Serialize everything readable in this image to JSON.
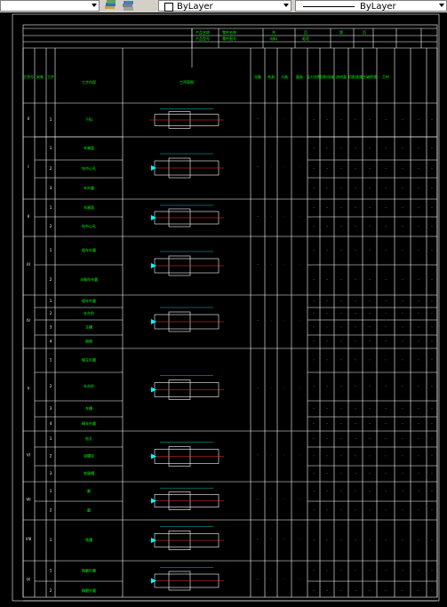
{
  "toolbar": {
    "layer_swatch_icon": "layers-icon",
    "color_label": "ByLayer",
    "linetype_label": "ByLayer"
  },
  "drawing": {
    "header_row1": [
      "产品名称",
      "零件名称",
      "共",
      "页",
      "第",
      "页"
    ],
    "header_row2": [
      "产品型号",
      "零件图号",
      "材料",
      "毛坯"
    ],
    "column_headers": [
      "工序号",
      "安装",
      "工步",
      "工步内容",
      "工序简图",
      "设备",
      "夹具",
      "刀具",
      "量具",
      "走刀次数",
      "切削深度",
      "进给量",
      "切削速度",
      "主轴转速",
      "工时"
    ],
    "sections": [
      {
        "num": "0",
        "rows": [
          "下料"
        ]
      },
      {
        "num": "I",
        "rows": [
          "车端面",
          "钻中心孔",
          "车外圆"
        ]
      },
      {
        "num": "II",
        "rows": [
          "车端面",
          "钻中心孔"
        ]
      },
      {
        "num": "III",
        "rows": [
          "粗车外圆",
          "半精车外圆"
        ]
      },
      {
        "num": "IV",
        "rows": [
          "粗车外圆",
          "车台阶",
          "车槽",
          "倒角"
        ]
      },
      {
        "num": "V",
        "rows": [
          "粗车外圆",
          "车台阶",
          "车槽",
          "精车外圆"
        ]
      },
      {
        "num": "VI",
        "rows": [
          "钻孔",
          "攻螺纹",
          "铣键槽"
        ]
      },
      {
        "num": "VII",
        "rows": [
          "磨",
          "磨"
        ]
      },
      {
        "num": "VIII",
        "rows": [
          "铣槽"
        ]
      },
      {
        "num": "IX",
        "rows": [
          "粗磨外圆",
          "精磨外圆"
        ]
      }
    ]
  }
}
